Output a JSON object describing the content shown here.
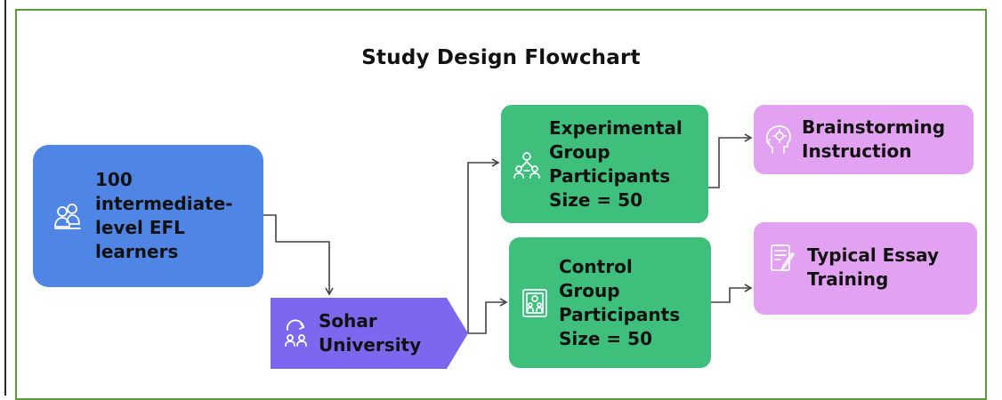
{
  "title": "Study Design Flowchart",
  "nodes": {
    "learners": {
      "text": "100\nintermediate-\nlevel EFL\nlearners",
      "icon": "people-group-icon",
      "color": "#4f86e6"
    },
    "sohar": {
      "text": "Sohar\nUniversity",
      "icon": "people-exchange-icon",
      "color": "#7b68ee"
    },
    "experimental": {
      "text": "Experimental\nGroup\nParticipants\nSize = 50",
      "icon": "podium-people-icon",
      "color": "#3ebf7c"
    },
    "control": {
      "text": "Control\nGroup\nParticipants\nSize = 50",
      "icon": "framed-people-icon",
      "color": "#3ebf7c"
    },
    "brainstorming": {
      "text": "Brainstorming\nInstruction",
      "icon": "head-gear-icon",
      "color": "#e3a1f2"
    },
    "essay": {
      "text": "Typical Essay\nTraining",
      "icon": "document-pen-icon",
      "color": "#e3a1f2"
    }
  },
  "colors": {
    "frame": "#5d9a3a",
    "connector": "#444444"
  }
}
